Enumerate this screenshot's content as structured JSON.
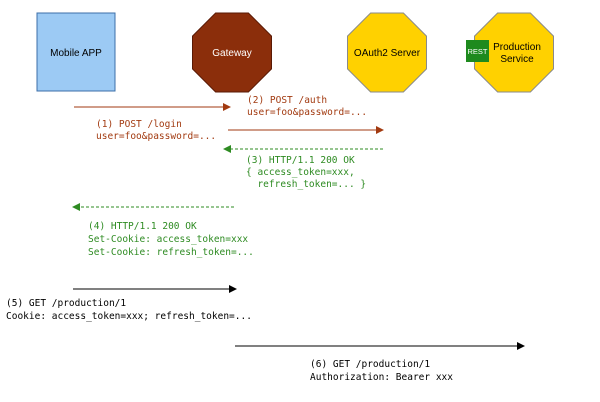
{
  "colors": {
    "mobile_fill": "#9ccaf4",
    "mobile_stroke": "#3c6fa8",
    "gateway_fill": "#8b2e0b",
    "gateway_stroke": "#5a1a05",
    "oauth_fill": "#ffd100",
    "oauth_stroke": "#8a8a8a",
    "production_fill": "#ffd100",
    "production_stroke": "#8a8a8a",
    "rest_badge_fill": "#1e8a1e",
    "request_color": "#a23a10",
    "response_color": "#2e8b22",
    "plain_color": "#000000"
  },
  "actors": {
    "mobile": {
      "label": "Mobile APP"
    },
    "gateway": {
      "label": "Gateway"
    },
    "oauth": {
      "label": "OAuth2 Server"
    },
    "production": {
      "label_line1": "Production",
      "label_line2": "Service",
      "badge": "REST"
    }
  },
  "messages": {
    "m1": {
      "line1": "(1) POST /login",
      "line2": "user=foo&password=..."
    },
    "m2": {
      "line1": "(2) POST /auth",
      "line2": "user=foo&password=..."
    },
    "m3": {
      "line1": "(3) HTTP/1.1 200 OK",
      "line2": "{ access_token=xxx,",
      "line3": "  refresh_token=... }"
    },
    "m4": {
      "line1": "(4) HTTP/1.1 200 OK",
      "line2": "Set-Cookie: access_token=xxx",
      "line3": "Set-Cookie: refresh_token=..."
    },
    "m5": {
      "line1": "(5) GET /production/1",
      "line2": "Cookie: access_token=xxx; refresh_token=..."
    },
    "m6": {
      "line1": "(6) GET /production/1",
      "line2": "Authorization: Bearer xxx"
    }
  }
}
